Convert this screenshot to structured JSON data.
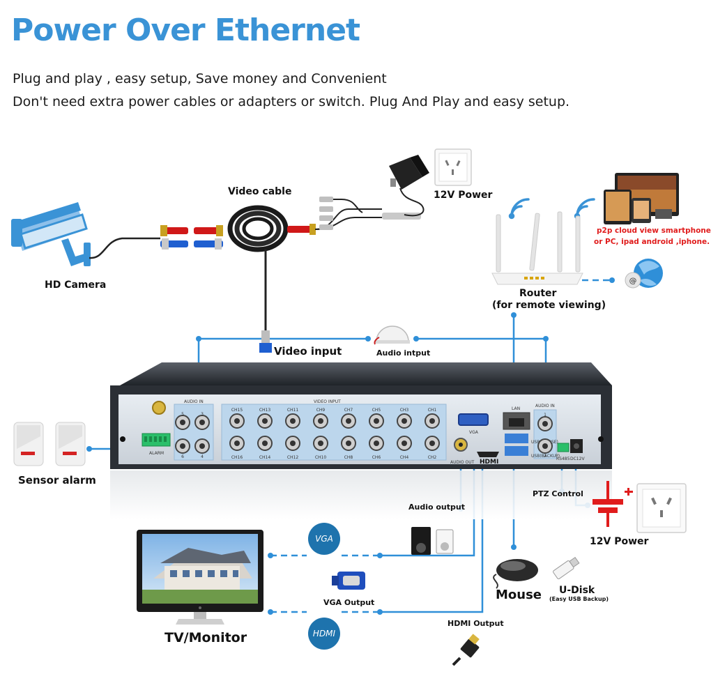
{
  "header": {
    "title": "Power Over Ethernet",
    "line1": "Plug and play , easy setup, Save money and Convenient",
    "line2": "Don't need extra power cables or adapters or switch. Plug And Play and easy setup."
  },
  "labels": {
    "video_cable": "Video cable",
    "power_top": "12V Power",
    "hd_camera": "HD Camera",
    "router": "Router",
    "router_sub": "(for remote viewing)",
    "p2p_line1": "p2p cloud  view smartphone",
    "p2p_line2": "or PC, ipad android ,iphone.",
    "video_input": "Video input",
    "audio_input": "Audio intput",
    "sensor_alarm": "Sensor alarm",
    "ptz_control": "PTZ Control",
    "power_right": "12V Power",
    "audio_output": "Audio output",
    "vga_badge": "VGA",
    "hdmi_badge": "HDMI",
    "vga_output": "VGA Output",
    "hdmi_output": "HDMI Output",
    "mouse": "Mouse",
    "udisk": "U-Disk",
    "udisk_sub": "(Easy USB Backup)",
    "tv_monitor": "TV/Monitor"
  },
  "dvr": {
    "audio_in": "AUDIO IN",
    "video_input": "VIDEO INPUT",
    "alarm": "ALARM",
    "vga": "VGA",
    "audio_out": "AUDIO OUT",
    "hdmi": "HDMI",
    "lan": "LAN",
    "audio_in_right": "AUDIO IN",
    "rs485": "RS485",
    "dc12v": "DC12V",
    "usb_label": "USB(MOUSE)",
    "usb_backup": "USB(BACKUP)",
    "audio_nums": [
      "5",
      "3",
      "6",
      "4"
    ],
    "audio_right_nums": [
      "1",
      "2"
    ],
    "channels_top": [
      "CH15",
      "CH13",
      "CH11",
      "CH9",
      "CH7",
      "CH5",
      "CH3",
      "CH1"
    ],
    "channels_bottom": [
      "CH16",
      "CH14",
      "CH12",
      "CH10",
      "CH8",
      "CH6",
      "CH4",
      "CH2"
    ]
  },
  "colors": {
    "title": "#3a93d6",
    "connector_line": "#2f8fd8",
    "badge": "#1e73ad",
    "p2p_text": "#e01c1c",
    "dvr_panel": "#bcd6ec",
    "dvr_body": "#2b2f35"
  },
  "icons": [
    "cctv-camera-icon",
    "video-cable-icon",
    "power-adapter-icon",
    "wall-socket-icon",
    "wifi-icon",
    "router-icon",
    "mobile-devices-icon",
    "cloud-globe-icon",
    "microphone-icon",
    "pir-sensor-icon",
    "speaker-icon",
    "vga-plug-icon",
    "hdmi-plug-icon",
    "mouse-icon",
    "usb-drive-icon",
    "monitor-icon",
    "dc-power-icon"
  ]
}
